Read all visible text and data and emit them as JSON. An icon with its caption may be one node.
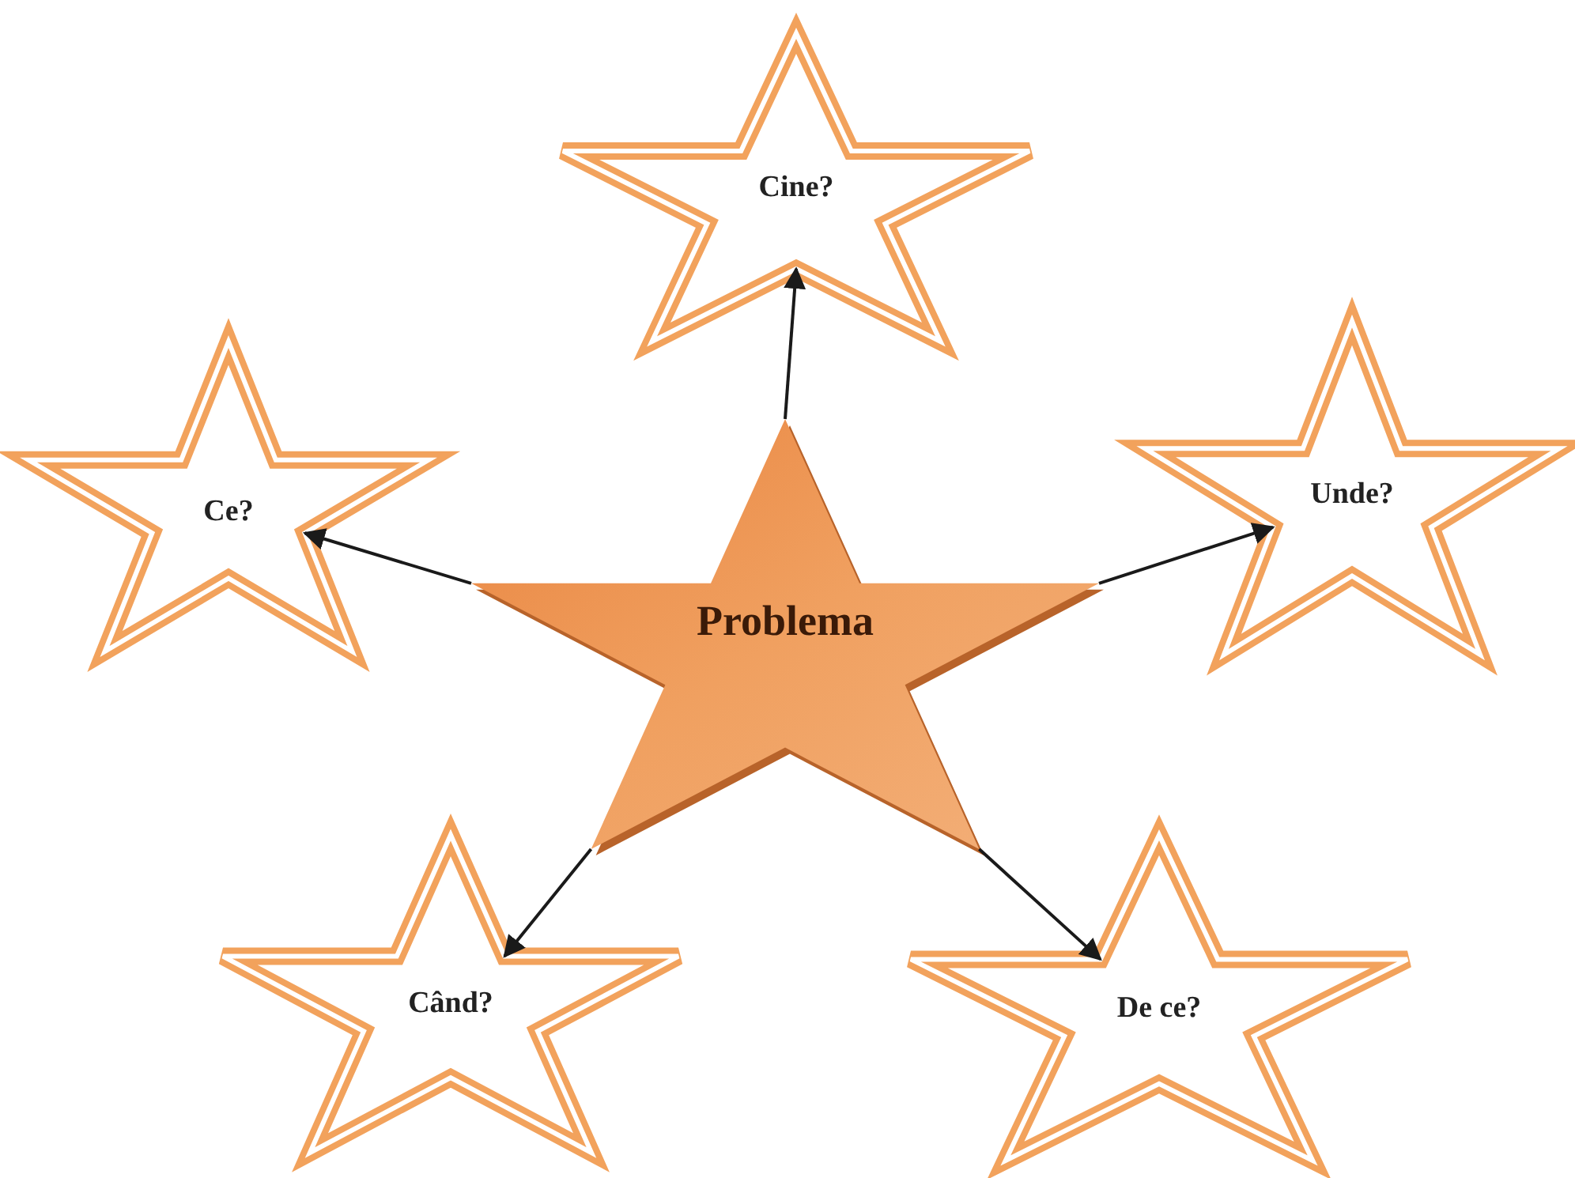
{
  "diagram": {
    "nodes": [
      {
        "text": [
          "Cine?"
        ]
      },
      {
        "text": [
          "Ce?"
        ]
      },
      {
        "text": [
          "Unde?"
        ]
      },
      {
        "text": [
          "Problema"
        ]
      },
      {
        "text": [
          "Când?"
        ]
      },
      {
        "text": [
          "De ce?"
        ]
      }
    ],
    "edges": [
      {
        "from": 3,
        "to": 0,
        "arrow": "to"
      },
      {
        "from": 3,
        "to": 1,
        "arrow": "to"
      },
      {
        "from": 3,
        "to": 2,
        "arrow": "to"
      },
      {
        "from": 3,
        "to": 4,
        "arrow": "to"
      },
      {
        "from": 3,
        "to": 5,
        "arrow": "to"
      }
    ]
  }
}
